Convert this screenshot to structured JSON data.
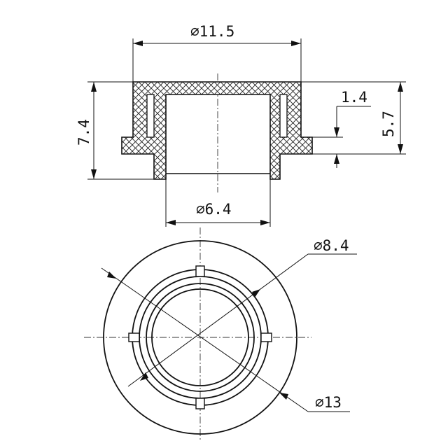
{
  "dimensions": {
    "outer_diameter_top": "⌀11.5",
    "inner_diameter_top": "⌀6.4",
    "total_height": "7.4",
    "flange_height": "5.7",
    "flange_thickness": "1.4",
    "diameter_inner_ring": "⌀8.4",
    "diameter_outer_ring": "⌀13"
  }
}
